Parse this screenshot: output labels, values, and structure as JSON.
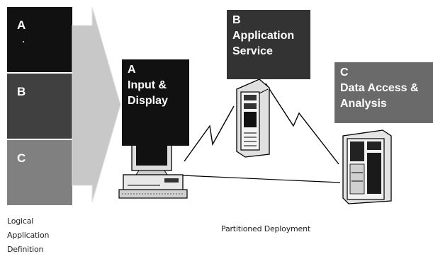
{
  "logical_blocks": [
    {
      "label": "A",
      "color": "#111111"
    },
    {
      "label": "B",
      "color": "#404040"
    },
    {
      "label": "C",
      "color": "#808080"
    }
  ],
  "tiers": {
    "a": {
      "lines": [
        "A",
        "Input &",
        "Display"
      ],
      "color": "#111111"
    },
    "b": {
      "lines": [
        "B",
        "Application",
        "Service"
      ],
      "color": "#333333"
    },
    "c": {
      "lines": [
        "C",
        "Data Access &",
        "Analysis"
      ],
      "color": "#6a6a6a"
    }
  },
  "captions": {
    "left": [
      "Logical",
      "Application",
      "Definition"
    ],
    "center": "Partitioned Deployment"
  },
  "icons": [
    "desktop-computer-icon",
    "tower-server-icon",
    "mainframe-server-icon",
    "lightning-link-icon"
  ]
}
